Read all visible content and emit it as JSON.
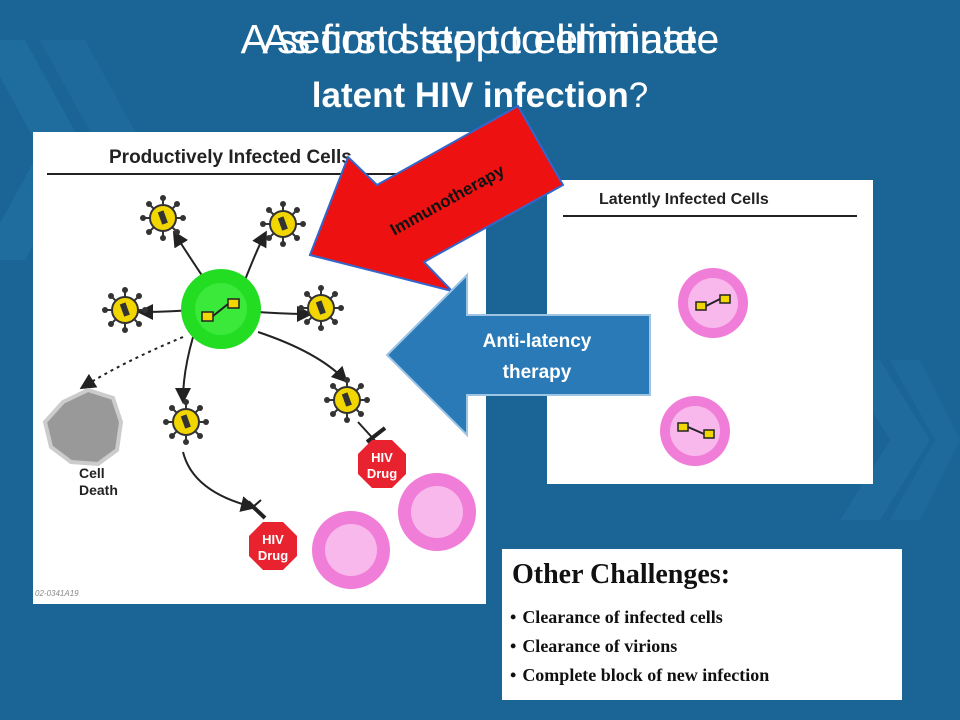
{
  "title": {
    "line1_a": "A second step to eliminate",
    "line1_b": "As first step to eliminate",
    "line2": "latent HIV infection",
    "line2_q": "?"
  },
  "productive_panel": {
    "heading": "Productively Infected Cells",
    "cell_death_1": "Cell",
    "cell_death_2": "Death",
    "drug_1_a": "HIV",
    "drug_1_b": "Drug",
    "drug_2_a": "HIV",
    "drug_2_b": "Drug",
    "figure_code": "02-0341A19"
  },
  "latent_panel": {
    "heading": "Latently Infected Cells"
  },
  "arrows": {
    "immunotherapy": "Immunotherapy",
    "anti_latency_1": "Anti-latency",
    "anti_latency_2": "therapy"
  },
  "challenges": {
    "heading": "Other Challenges:",
    "items": [
      "Clearance of infected cells",
      "Clearance of virions",
      "Complete block of new infection"
    ]
  },
  "colors": {
    "background": "#1a6496",
    "infected_cell": "#22dd22",
    "virion": "#f2d600",
    "immuno_arrow": "#ee1111",
    "latency_arrow": "#2a7ab8",
    "drug_sign": "#e8232f",
    "latent_cell": "#f07ed8"
  }
}
